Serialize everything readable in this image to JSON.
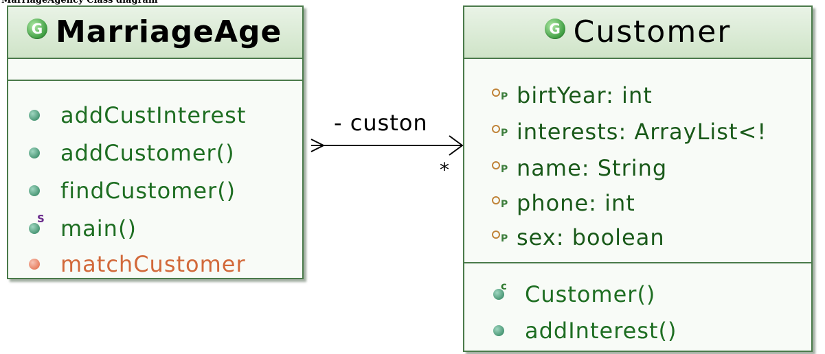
{
  "caption": "MarriageAgency Class diagram",
  "classes": [
    {
      "name": "MarriageAge",
      "icon": "G",
      "methods": [
        {
          "label": "addCustInterest",
          "visibility": "public"
        },
        {
          "label": "addCustomer()",
          "visibility": "public"
        },
        {
          "label": "findCustomer()",
          "visibility": "public"
        },
        {
          "label": "main()",
          "visibility": "public",
          "modifier": "S"
        },
        {
          "label": "matchCustomer",
          "visibility": "private"
        }
      ]
    },
    {
      "name": "Customer",
      "icon": "G",
      "fields": [
        {
          "label": "birtYear: int",
          "marker": "P"
        },
        {
          "label": "interests: ArrayList<!",
          "marker": "P"
        },
        {
          "label": "name: String",
          "marker": "P"
        },
        {
          "label": "phone: int",
          "marker": "P"
        },
        {
          "label": "sex: boolean",
          "marker": "P"
        }
      ],
      "methods": [
        {
          "label": "Customer()",
          "visibility": "public",
          "modifier": "c"
        },
        {
          "label": "addInterest()",
          "visibility": "public"
        }
      ]
    }
  ],
  "association": {
    "role": "- custon",
    "multiplicity": "*"
  }
}
